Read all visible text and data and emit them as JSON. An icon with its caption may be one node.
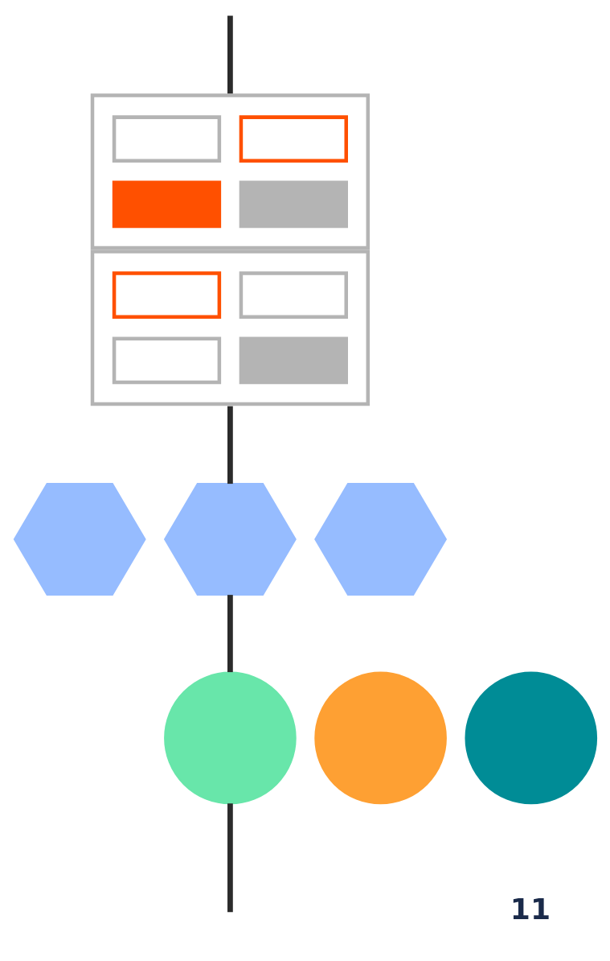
{
  "diagram": {
    "nodes": [
      {
        "text": [],
        "shape": "picture"
      },
      {
        "text": [],
        "shape": "hexagon"
      },
      {
        "text": [],
        "shape": "hexagon"
      },
      {
        "text": [],
        "shape": "hexagon"
      },
      {
        "text": [],
        "shape": "circle"
      },
      {
        "text": [],
        "shape": "circle"
      },
      {
        "text": [],
        "shape": "circle"
      }
    ],
    "edges": [
      {
        "from": null,
        "to": 0,
        "arrow": "none"
      },
      {
        "from": 0,
        "to": 2,
        "arrow": "none"
      },
      {
        "from": 2,
        "to": 4,
        "arrow": "none"
      },
      {
        "from": 4,
        "to": null,
        "arrow": "none"
      }
    ],
    "labels": [
      "11"
    ]
  }
}
